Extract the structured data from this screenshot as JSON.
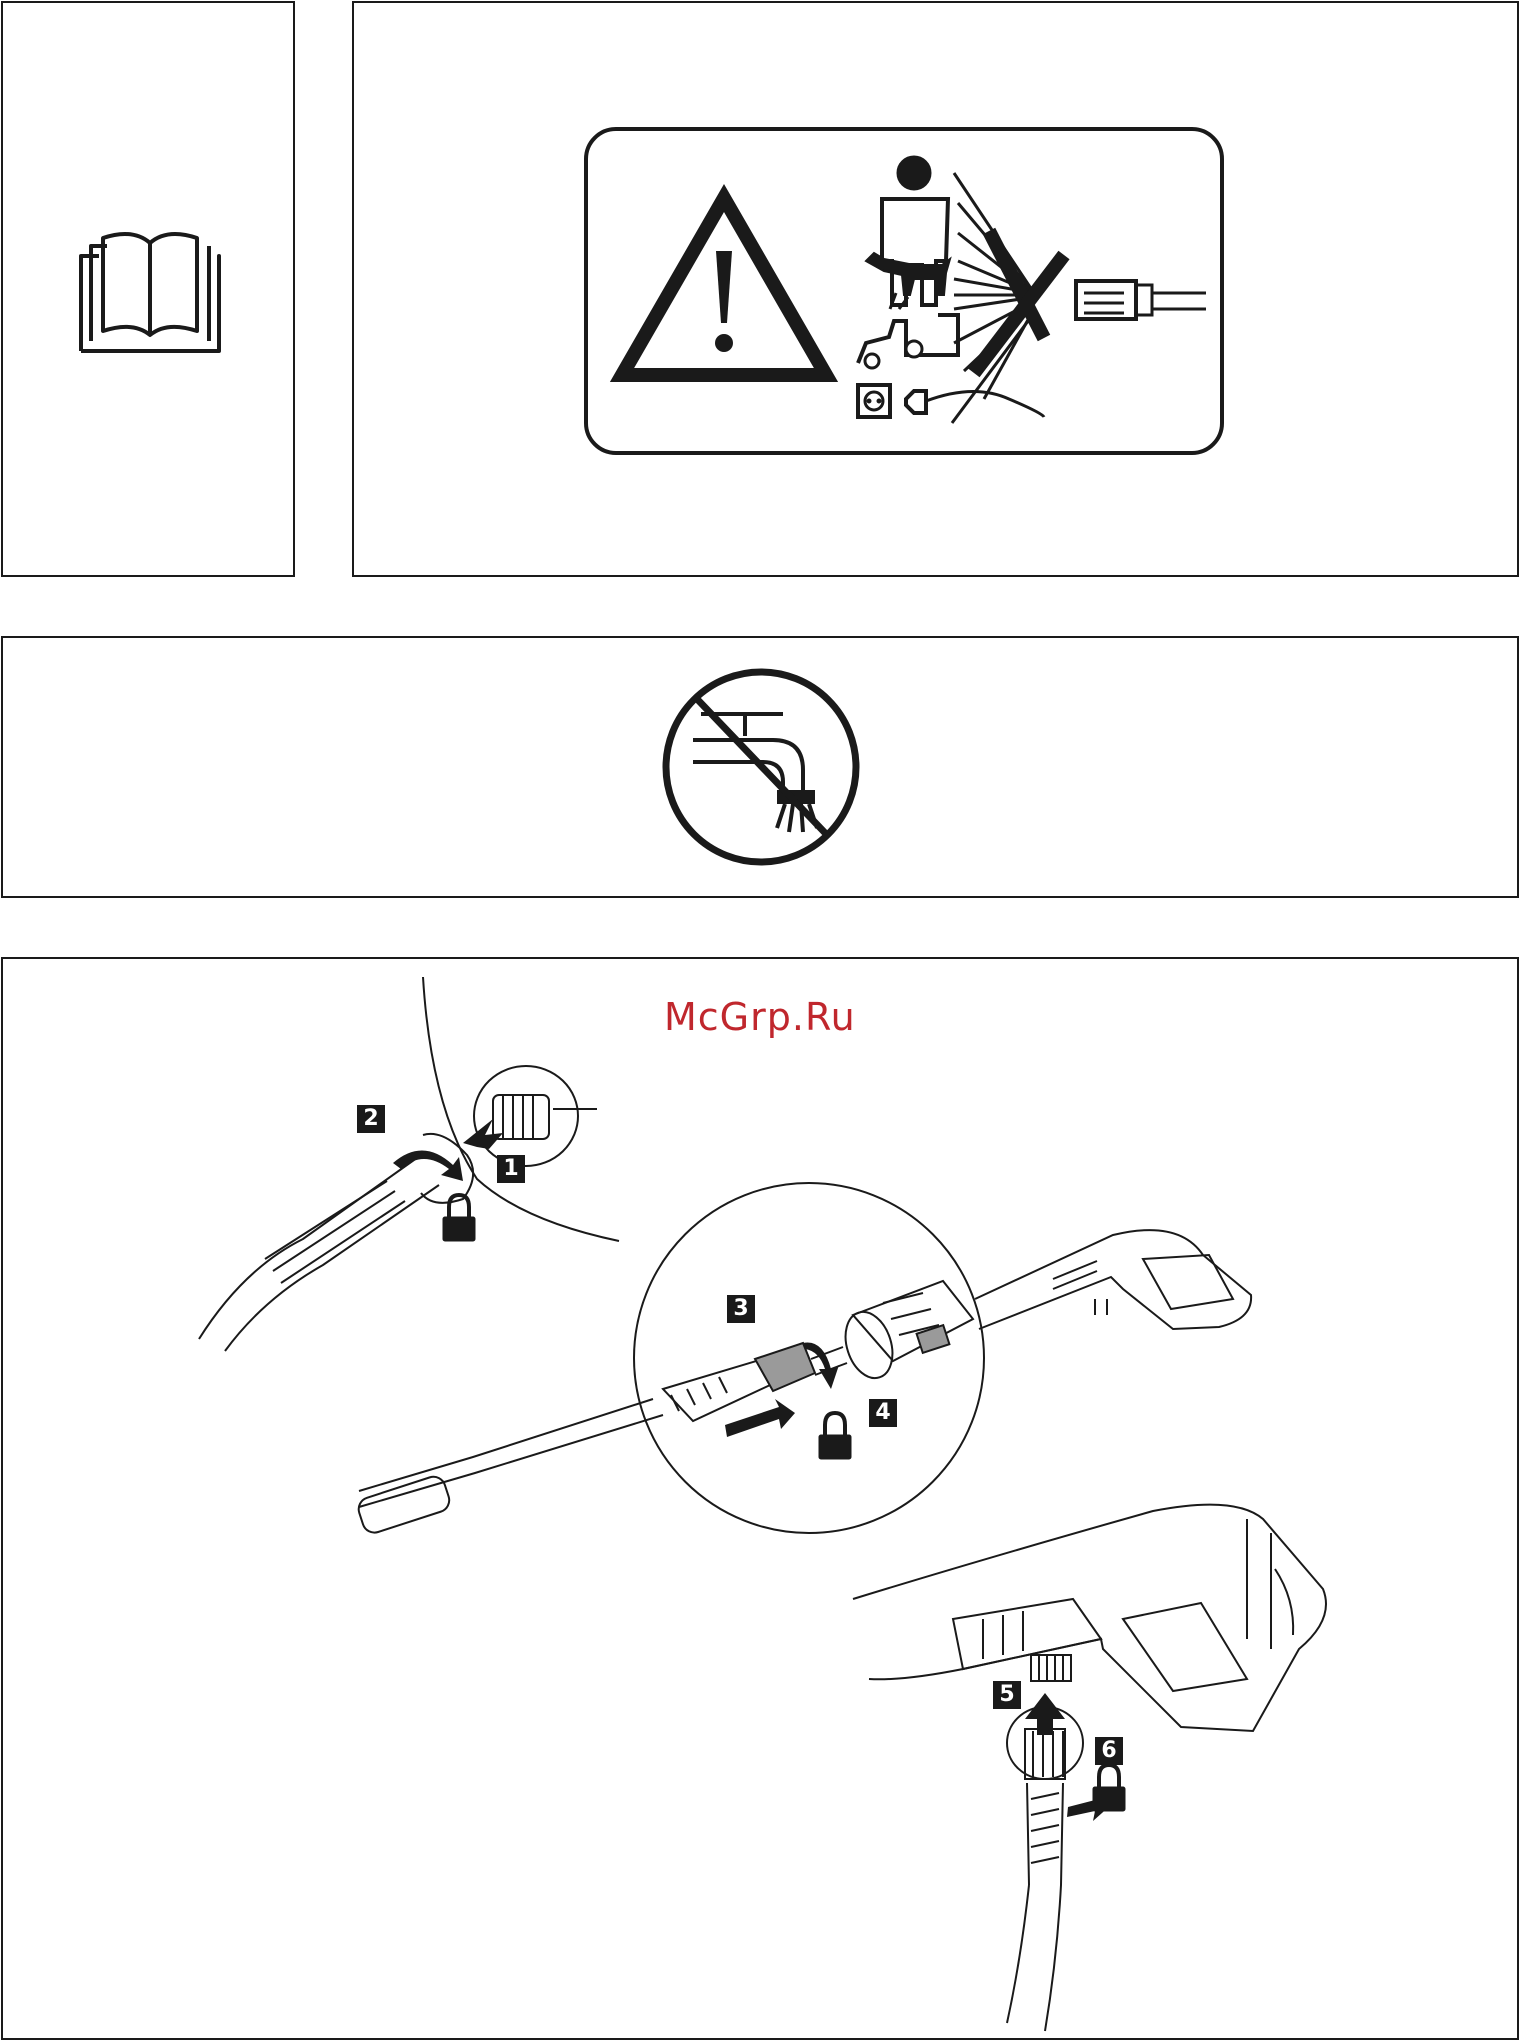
{
  "watermark": "McGrp.Ru",
  "steps": [
    "1",
    "2",
    "3",
    "4",
    "5",
    "6"
  ],
  "icons": {
    "manual": "open-book-icon",
    "warning": "warning-triangle-icon",
    "no_spray": "no-spray-people-animals-electrics-icon",
    "no_tap": "no-drinking-water-connection-icon",
    "lock": "padlock-icon"
  },
  "colors": {
    "line": "#1a1a1a",
    "watermark": "#c0272d",
    "background": "#ffffff"
  }
}
